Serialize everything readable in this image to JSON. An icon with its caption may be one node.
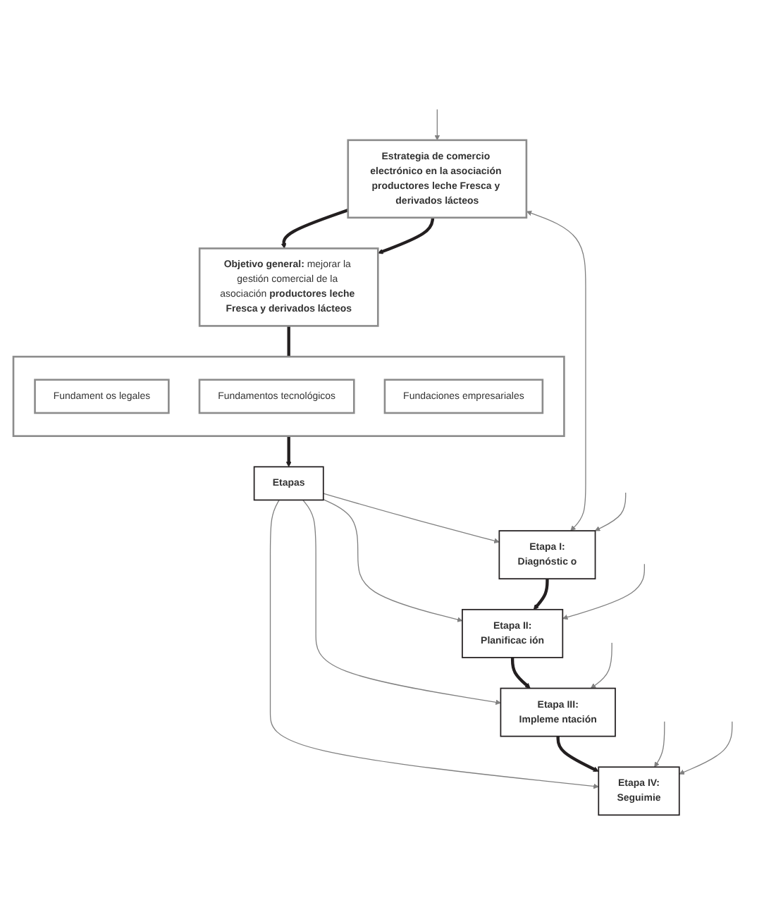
{
  "diagram": {
    "nodes": [
      {
        "text": [
          "Estrategia de comercio electrónico en la asociación productores leche Fresca y derivados lácteos"
        ]
      },
      {
        "text": [
          "**Objetivo general:** mejorar la gestión comercial de la asociación **productores leche Fresca y derivados lácteos**"
        ]
      },
      {
        "text": [],
        "shape": "box"
      },
      {
        "text": [
          "Fundament os legales"
        ],
        "in": 2
      },
      {
        "text": [
          "Fundamentos tecnológicos"
        ],
        "in": 2
      },
      {
        "text": [
          "Fundaciones empresariales"
        ],
        "in": 2
      },
      {
        "text": [
          "Etapas"
        ]
      },
      {
        "text": [
          "Etapa I:",
          "Diagnóstic o"
        ]
      },
      {
        "text": [
          "Etapa II:",
          "Planificac ión"
        ]
      },
      {
        "text": [
          "Etapa III:",
          "Impleme ntación"
        ]
      },
      {
        "text": [
          "Etapa IV:",
          "Seguimie"
        ]
      }
    ],
    "edges": [
      {
        "from": 0,
        "to": 1,
        "arrow": "to",
        "style": "thick",
        "color": "#231f20"
      },
      {
        "from": 0,
        "to": 1,
        "arrow": "to",
        "style": "thick",
        "color": "#231f20"
      },
      {
        "from": 1,
        "to": 2,
        "arrow": "none",
        "style": "thick",
        "color": "#231f20"
      },
      {
        "from": 2,
        "to": 6,
        "arrow": "to",
        "style": "thick",
        "color": "#231f20"
      },
      {
        "from": 6,
        "to": 7,
        "arrow": "to"
      },
      {
        "from": 6,
        "to": 8,
        "arrow": "to"
      },
      {
        "from": 6,
        "to": 9,
        "arrow": "to"
      },
      {
        "from": 6,
        "to": 10,
        "arrow": "to"
      },
      {
        "from": 7,
        "to": 8,
        "arrow": "to",
        "style": "thick",
        "color": "#231f20"
      },
      {
        "from": 8,
        "to": 9,
        "arrow": "to",
        "style": "thick",
        "color": "#231f20"
      },
      {
        "from": 9,
        "to": 10,
        "arrow": "to",
        "style": "thick",
        "color": "#231f20"
      },
      {
        "from": 7,
        "to": 0,
        "arrow": "both"
      },
      {
        "from": null,
        "to": 0,
        "arrow": "to"
      },
      {
        "from": null,
        "to": 10,
        "arrow": "to"
      },
      {
        "from": null,
        "to": 7,
        "arrow": "to"
      },
      {
        "from": null,
        "to": 8,
        "arrow": "to"
      },
      {
        "from": null,
        "to": 9,
        "arrow": "to"
      },
      {
        "from": null,
        "to": 10,
        "arrow": "to"
      }
    ]
  }
}
